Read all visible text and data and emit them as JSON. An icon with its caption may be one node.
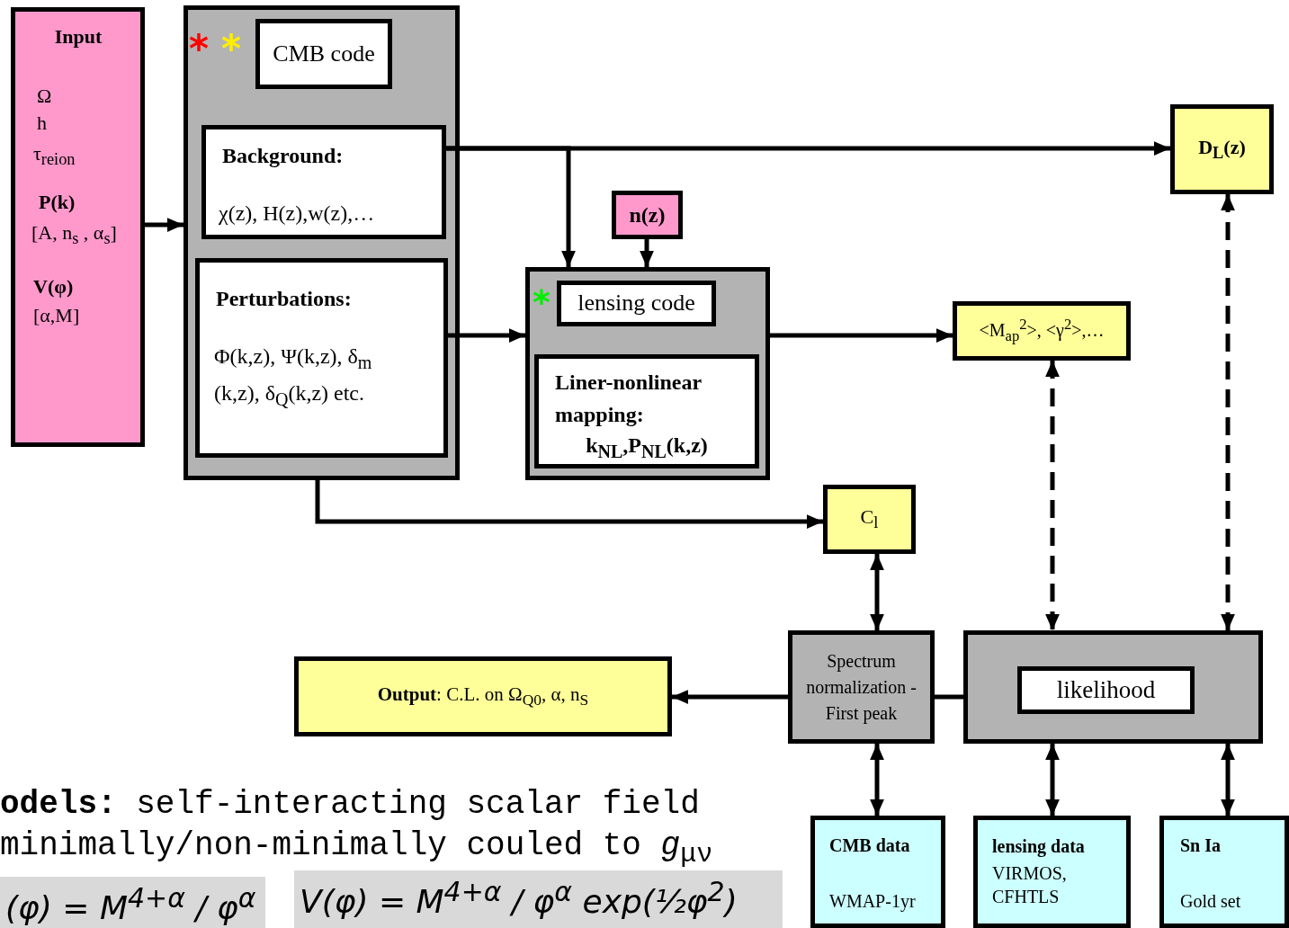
{
  "diagram": {
    "nodes": [
      {
        "text": [
          "Input",
          "Ω",
          "h",
          "τ$_{reion}$",
          "P(k)",
          "[A, n$_{s}$ , α$_{s}$]",
          "V(φ)",
          "[α,M]"
        ]
      },
      {
        "text": [],
        "shape": "box"
      },
      {
        "text": [
          "CMB code"
        ],
        "in": 1
      },
      {
        "text": [
          "Background:",
          "χ(z), H(z),w(z),…"
        ],
        "in": 1
      },
      {
        "text": [
          "Perturbations:",
          "Φ(k,z), Ψ(k,z), δ$_{m}$ (k,z), δ$_{Q}$(k,z) etc."
        ],
        "in": 1
      },
      {
        "text": [
          "D$_{L}$(z)"
        ]
      },
      {
        "text": [
          "n(z)"
        ]
      },
      {
        "text": [],
        "shape": "box"
      },
      {
        "text": [
          "lensing code"
        ],
        "in": 7
      },
      {
        "text": [
          "Liner-nonlinear mapping:",
          "k$_{NL}$,P$_{NL}$(k,z)"
        ],
        "in": 7
      },
      {
        "text": [
          "<M$_{ap}$$^{2}$>, <γ$^{2}$>,…"
        ]
      },
      {
        "text": [
          "C$_{l}$"
        ]
      },
      {
        "text": [
          "**Output**:  C.L. on  Ω$_{Q0}$, α, n$_{S}$"
        ]
      },
      {
        "text": [
          "Spectrum normalization - First peak"
        ]
      },
      {
        "text": [],
        "shape": "box"
      },
      {
        "text": [
          "likelihood"
        ],
        "in": 14
      },
      {
        "text": [
          "CMB data",
          "WMAP-1yr"
        ]
      },
      {
        "text": [
          "lensing data",
          "VIRMOS, CFHTLS"
        ]
      },
      {
        "text": [
          "Sn Ia",
          "Gold set"
        ]
      }
    ],
    "edges": [
      {
        "from": 0,
        "to": 1,
        "arrow": "to"
      },
      {
        "from": 3,
        "to": 5,
        "arrow": "to"
      },
      {
        "from": 3,
        "to": 7,
        "arrow": "to"
      },
      {
        "from": 6,
        "to": 7,
        "arrow": "to"
      },
      {
        "from": 4,
        "to": 7,
        "arrow": "to"
      },
      {
        "from": 7,
        "to": 10,
        "arrow": "to"
      },
      {
        "from": 1,
        "to": 11,
        "arrow": "to"
      },
      {
        "from": 11,
        "to": 13,
        "arrow": "both"
      },
      {
        "from": 13,
        "to": 12,
        "arrow": "to"
      },
      {
        "from": 13,
        "to": 14,
        "arrow": "none"
      },
      {
        "from": 10,
        "to": 14,
        "arrow": "both",
        "style": "dashed"
      },
      {
        "from": 5,
        "to": 14,
        "arrow": "both",
        "style": "dashed"
      },
      {
        "from": 16,
        "to": 13,
        "arrow": "both"
      },
      {
        "from": 17,
        "to": 14,
        "arrow": "both"
      },
      {
        "from": 18,
        "to": 14,
        "arrow": "both"
      }
    ],
    "labels": [
      "*",
      "*",
      "*",
      "**odels:** self-interacting scalar field",
      "minimally/non-minimally couled to *g*$_{μν}$",
      "(φ) = M$^{4+α}$ / φ$^{α}$",
      "V(φ) = M$^{4+α}$ / φ$^{α}$ exp(½φ$^{2}$)"
    ]
  }
}
